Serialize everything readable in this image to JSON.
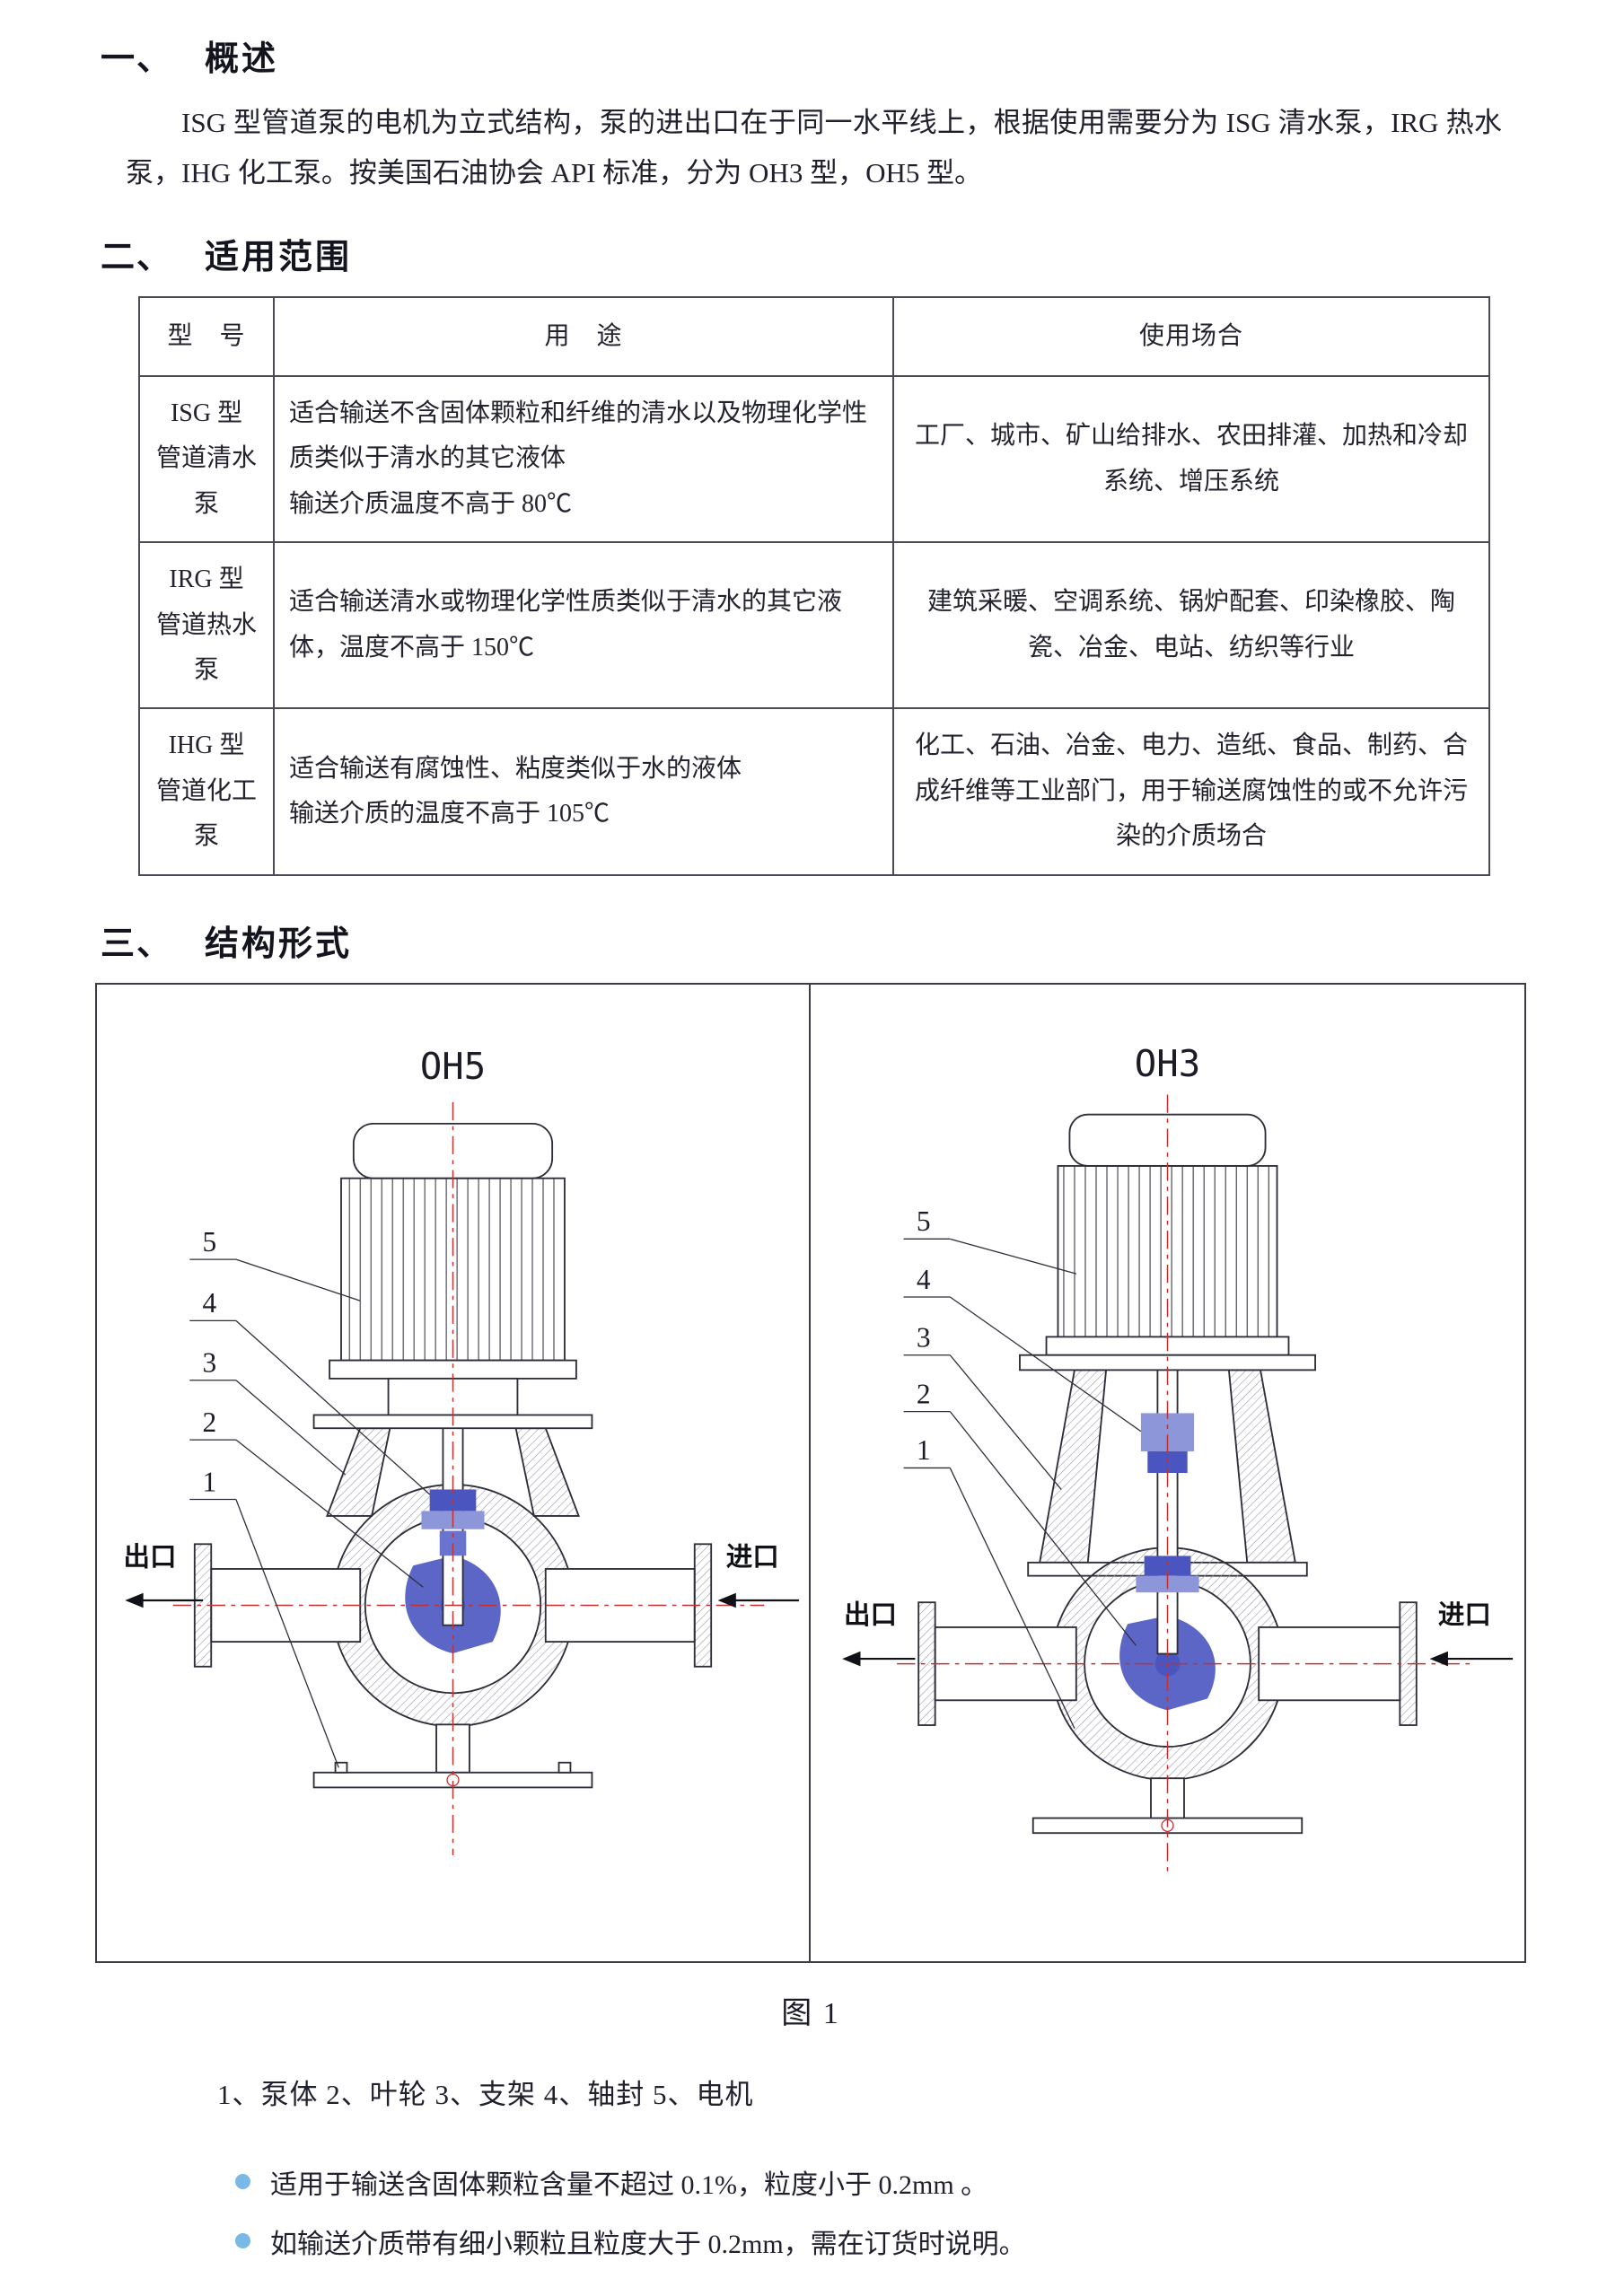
{
  "doc": {
    "s1": {
      "num": "一、",
      "title": "概述",
      "body": "ISG 型管道泵的电机为立式结构，泵的进出口在于同一水平线上，根据使用需要分为 ISG 清水泵，IRG 热水泵，IHG 化工泵。按美国石油协会 API 标准，分为 OH3 型，OH5 型。"
    },
    "s2": {
      "num": "二、",
      "title": "适用范围",
      "table": {
        "headers": [
          "型　号",
          "用　途",
          "使用场合"
        ],
        "rows": [
          {
            "model": "ISG 型\n管道清水泵",
            "usage": "适合输送不含固体颗粒和纤维的清水以及物理化学性质类似于清水的其它液体\n输送介质温度不高于 80℃",
            "occasion": "工厂、城市、矿山给排水、农田排灌、加热和冷却系统、增压系统"
          },
          {
            "model": "IRG 型\n管道热水泵",
            "usage": "适合输送清水或物理化学性质类似于清水的其它液体，温度不高于 150℃",
            "occasion": "建筑采暖、空调系统、锅炉配套、印染橡胶、陶瓷、冶金、电站、纺织等行业"
          },
          {
            "model": "IHG 型\n管道化工泵",
            "usage": "适合输送有腐蚀性、粘度类似于水的液体\n输送介质的温度不高于 105℃",
            "occasion": "化工、石油、冶金、电力、造纸、食品、制药、合成纤维等工业部门，用于输送腐蚀性的或不允许污染的介质场合"
          }
        ]
      }
    },
    "s3": {
      "num": "三、",
      "title": "结构形式",
      "figure": {
        "left_title": "OH5",
        "right_title": "OH3",
        "callouts": [
          "5",
          "4",
          "3",
          "2",
          "1"
        ],
        "outlet": "出口",
        "inlet": "进口",
        "caption": "图 1",
        "parts": "1、泵体 2、叶轮 3、支架 4、轴封 5、电机"
      },
      "bullets": [
        "适用于输送含固体颗粒含量不超过 0.1%，粒度小于 0.2mm 。",
        "如输送介质带有细小颗粒且粒度大于 0.2mm，需在订货时说明。"
      ],
      "colors": {
        "centerline": "#c43030",
        "internals_blue": "#4a55c0",
        "bullet_blue": "#7cb8e6"
      }
    }
  }
}
